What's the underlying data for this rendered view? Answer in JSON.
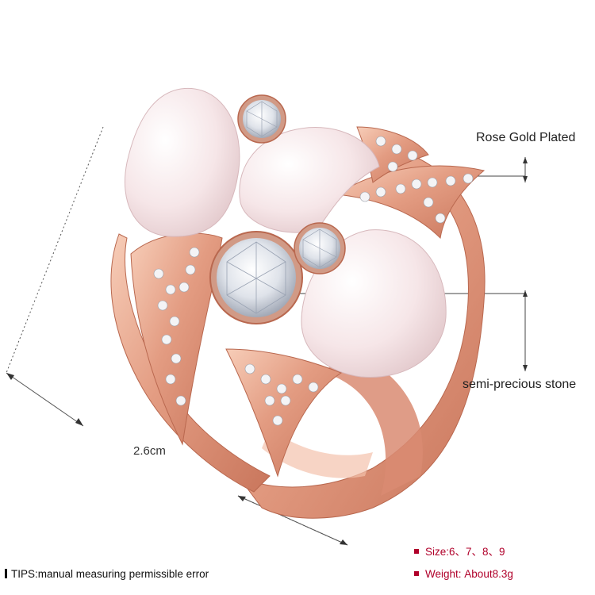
{
  "callouts": {
    "rose_gold": "Rose Gold Plated",
    "stone": "semi-precious stone",
    "dimension": "2.6cm"
  },
  "tips": "TIPS:manual measuring permissible error",
  "specs": {
    "size_key": "Size:",
    "size_val": "6、7、8、9",
    "weight_key": "Weight:",
    "weight_val": "About8.3g"
  },
  "colors": {
    "rose_gold": "#e8a48c",
    "stone": "#f6e6e8",
    "accent": "#b0002a"
  }
}
